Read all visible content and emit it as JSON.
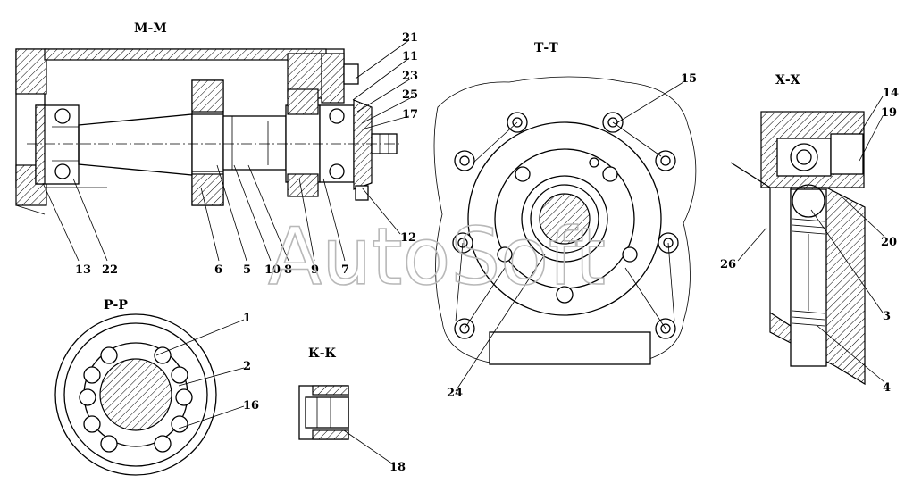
{
  "views": {
    "mm": "М-М",
    "tt": "Т-Т",
    "xx": "Х-Х",
    "pp": "Р-Р",
    "kk": "К-К"
  },
  "callouts": [
    "1",
    "2",
    "3",
    "4",
    "5",
    "6",
    "7",
    "8",
    "9",
    "10",
    "11",
    "12",
    "13",
    "14",
    "15",
    "16",
    "17",
    "18",
    "19",
    "20",
    "21",
    "22",
    "23",
    "24",
    "25",
    "26"
  ],
  "watermark": "AutoSoft"
}
